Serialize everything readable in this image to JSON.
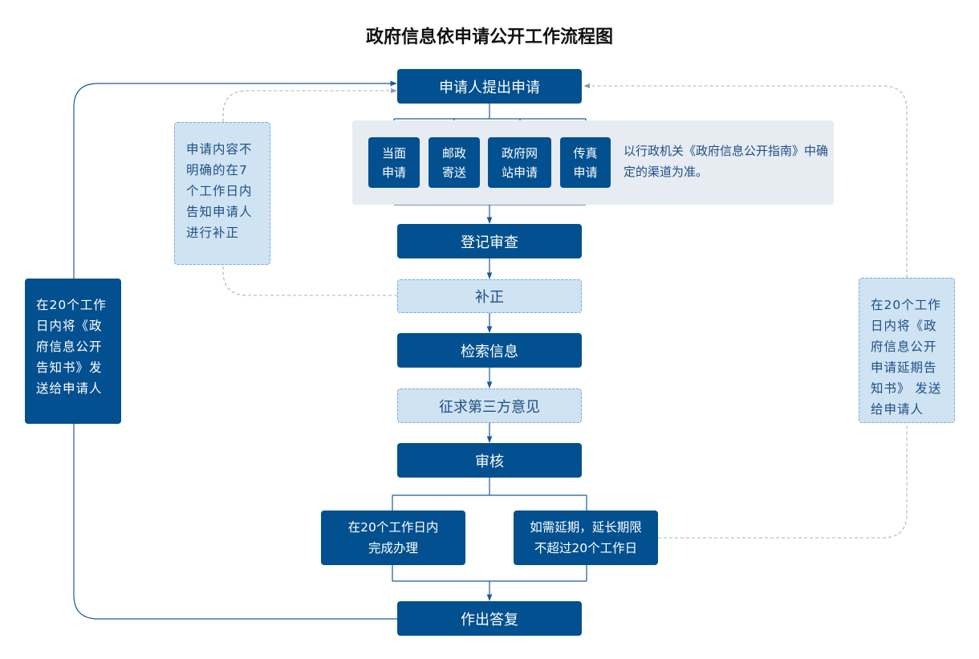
{
  "title": "政府信息依申请公开工作流程图",
  "nodes": {
    "apply": "申请人提出申请",
    "channels": [
      {
        "line1": "当面",
        "line2": "申请"
      },
      {
        "line1": "邮政",
        "line2": "寄送"
      },
      {
        "line1": "政府网",
        "line2": "站申请"
      },
      {
        "line1": "传真",
        "line2": "申请"
      }
    ],
    "channel_note": "以行政机关《政府信息公开指南》中确定的渠道为准。",
    "register": "登记审查",
    "correction": "补正",
    "search": "检索信息",
    "third_party": "征求第三方意见",
    "review": "审核",
    "within_20": {
      "line1": "在20个工作日内",
      "line2": "完成办理"
    },
    "extension": {
      "line1": "如需延期，延长期限",
      "line2": "不超过20个工作日"
    },
    "reply": "作出答复"
  },
  "notes": {
    "correction_note": "申请内容不明确的在7个工作日内告知申请人进行补正",
    "left_note": "在20个工作日内将《政府信息公开告知书》发送给申请人",
    "right_note": "在20个工作日内将《政府信息公开申请延期告知书》 发送给申请人"
  },
  "colors": {
    "primary": "#02508f",
    "light_fill": "#cfe3f3",
    "dashed_border": "#7aa8cf",
    "channel_background": "#e6ecf2",
    "connector": "#1f5a96",
    "dashed_connector": "#a9b4bf"
  }
}
